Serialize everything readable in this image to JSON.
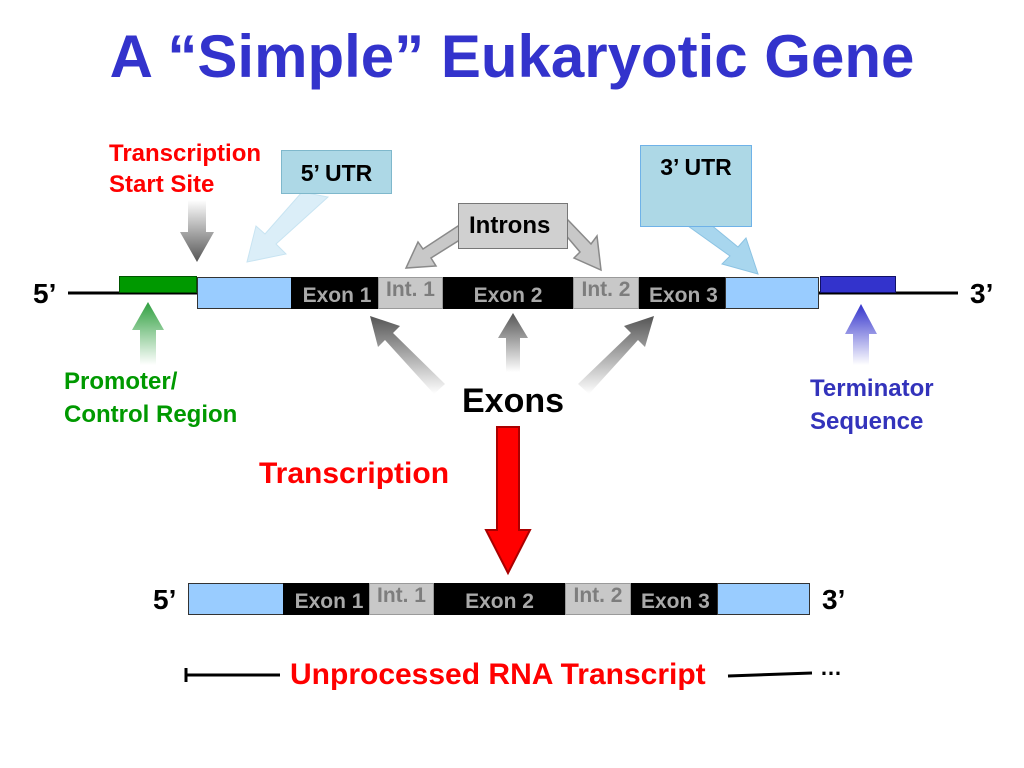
{
  "title": "A “Simple” Eukaryotic Gene",
  "labels": {
    "tss": "Transcription Start Site",
    "tss_line1": "Transcription",
    "tss_line2": "Start Site",
    "utr5": "5’ UTR",
    "utr3": "3’ UTR",
    "introns": "Introns",
    "promoter_line1": "Promoter/",
    "promoter_line2": "Control Region",
    "terminator_line1": "Terminator",
    "terminator_line2": "Sequence",
    "exons": "Exons",
    "transcription": "Transcription",
    "unprocessed": "Unprocessed RNA Transcript",
    "ellipsis": "…",
    "end5": "5’",
    "end3": "3’"
  },
  "dna": {
    "exon1": "Exon 1",
    "int1": "Int. 1",
    "exon2": "Exon 2",
    "int2": "Int. 2",
    "exon3": "Exon 3"
  },
  "rna": {
    "exon1": "Exon 1",
    "int1": "Int. 1",
    "exon2": "Exon 2",
    "int2": "Int. 2",
    "exon3": "Exon 3"
  },
  "colors": {
    "title": "#3333cc",
    "promoter": "#009900",
    "terminator": "#3333bb",
    "utr": "#99ccff",
    "exon": "#000000",
    "intron": "#c8c8c8",
    "arrow_red": "#ff0000"
  }
}
